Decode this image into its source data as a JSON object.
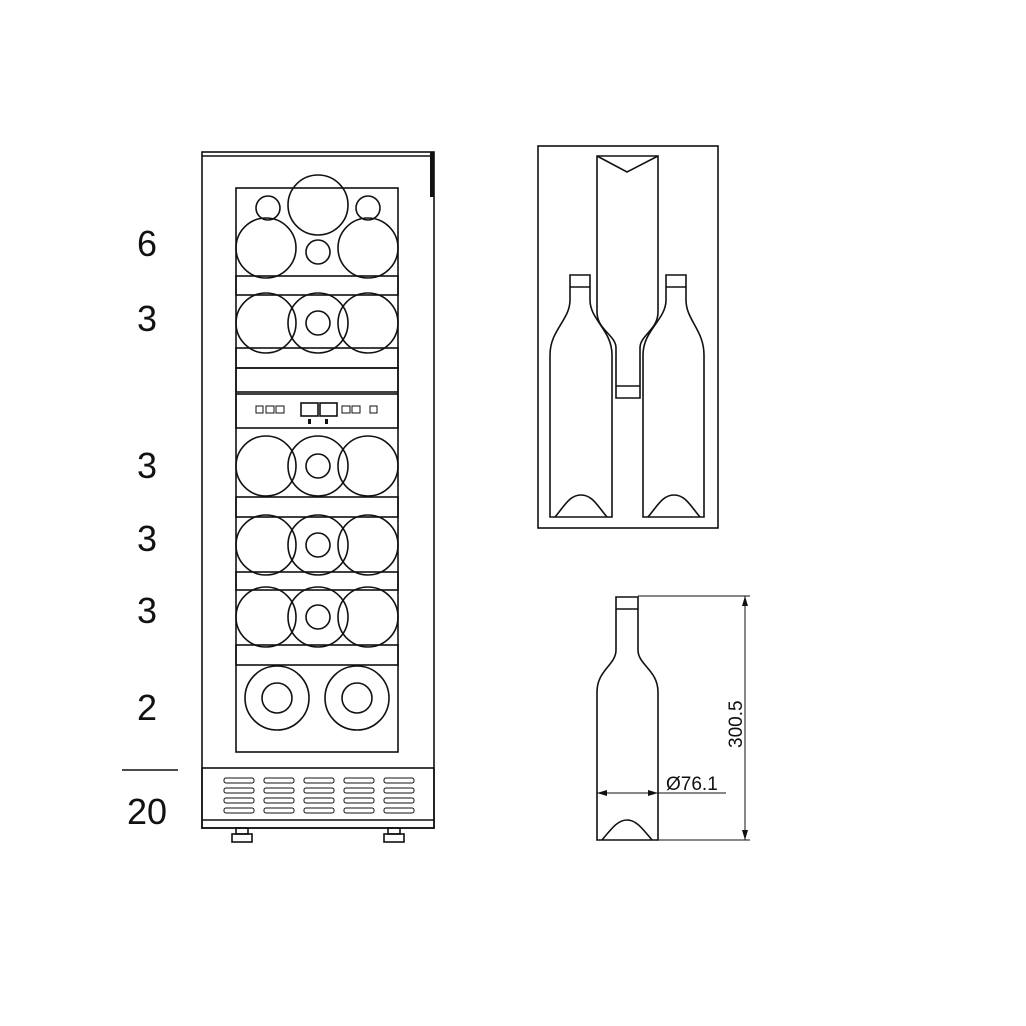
{
  "shelf_capacities": [
    "6",
    "3",
    "3",
    "3",
    "3",
    "2"
  ],
  "total_capacity": "20",
  "bottle_dimensions": {
    "height": "300.5",
    "diameter": "Ø76.1"
  }
}
